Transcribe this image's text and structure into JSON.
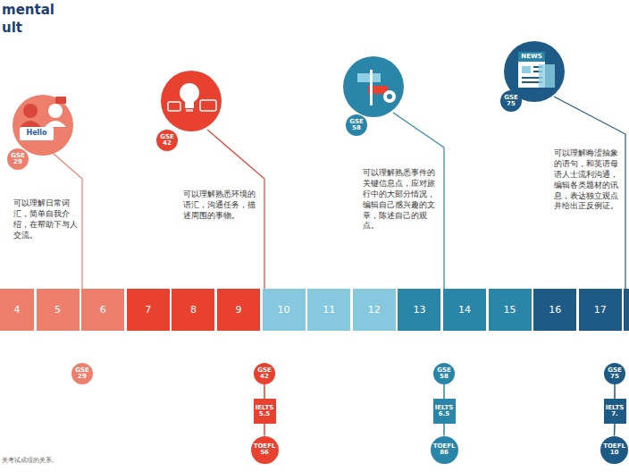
{
  "diagram": {
    "nodes": [
      {
        "text": [
          "GSE 29"
        ]
      },
      {
        "text": [
          "GSE 42"
        ]
      },
      {
        "text": [
          "GSE 58"
        ]
      },
      {
        "text": [
          "GSE 75"
        ]
      },
      {
        "text": [
          "4"
        ]
      },
      {
        "text": [
          "5"
        ]
      },
      {
        "text": [
          "6"
        ]
      },
      {
        "text": [
          "7"
        ]
      },
      {
        "text": [
          "8"
        ]
      },
      {
        "text": [
          "9"
        ]
      },
      {
        "text": [
          "10"
        ]
      },
      {
        "text": [
          "11"
        ]
      },
      {
        "text": [
          "12"
        ]
      },
      {
        "text": [
          "13"
        ]
      },
      {
        "text": [
          "14"
        ]
      },
      {
        "text": [
          "15"
        ]
      },
      {
        "text": [
          "16"
        ]
      },
      {
        "text": [
          "17"
        ]
      },
      {
        "text": [
          "GSE 29"
        ]
      },
      {
        "text": [
          "GSE 42"
        ]
      },
      {
        "text": [
          "IELTS 5.5"
        ]
      },
      {
        "text": [
          "TOEFL 56"
        ]
      },
      {
        "text": [
          "GSE 58"
        ]
      },
      {
        "text": [
          "IELTS 6.5"
        ]
      },
      {
        "text": [
          "TOEFL 86"
        ]
      },
      {
        "text": [
          "GSE 75"
        ]
      },
      {
        "text": [
          "IELTS 7."
        ]
      },
      {
        "text": [
          "TOEFL 10"
        ]
      }
    ],
    "edges": [
      {
        "from": 19,
        "to": 20,
        "arrow": "none"
      },
      {
        "from": 20,
        "to": 21,
        "arrow": "none"
      },
      {
        "from": 22,
        "to": 23,
        "arrow": "none"
      },
      {
        "from": 23,
        "to": 24,
        "arrow": "none"
      },
      {
        "from": 25,
        "to": 26,
        "arrow": "none"
      },
      {
        "from": 26,
        "to": 27,
        "arrow": "none"
      }
    ],
    "labels": [
      "mental",
      "ult",
      "Hello",
      "NEWS",
      "可以理解日常词汇，简单自我介绍，在帮助下与人交流。",
      "可以理解熟悉环境的语汇，沟通任务，描述周围的事物。",
      "可以理解熟悉事件的关键信息点，应对旅行中的大部分情况，编辑自己感兴趣的文章，陈述自己的观点。",
      "可以理解晦涩抽象的语句，和英语母语人士流利沟通，编辑各类题材的讯息，表达独立观点并给出正反例证。",
      "关考试成绩的关系。"
    ]
  }
}
